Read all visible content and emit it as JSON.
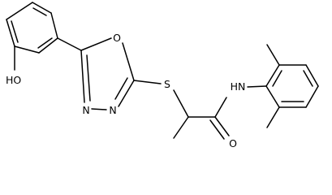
{
  "molecule": {
    "atom_labels": {
      "hydroxyl": "HO",
      "ring_oxygen": "O",
      "ring_nitrogen_left": "N",
      "ring_nitrogen_right": "N",
      "sulfur": "S",
      "amide_nh": "HN",
      "carbonyl_oxygen": "O"
    }
  }
}
